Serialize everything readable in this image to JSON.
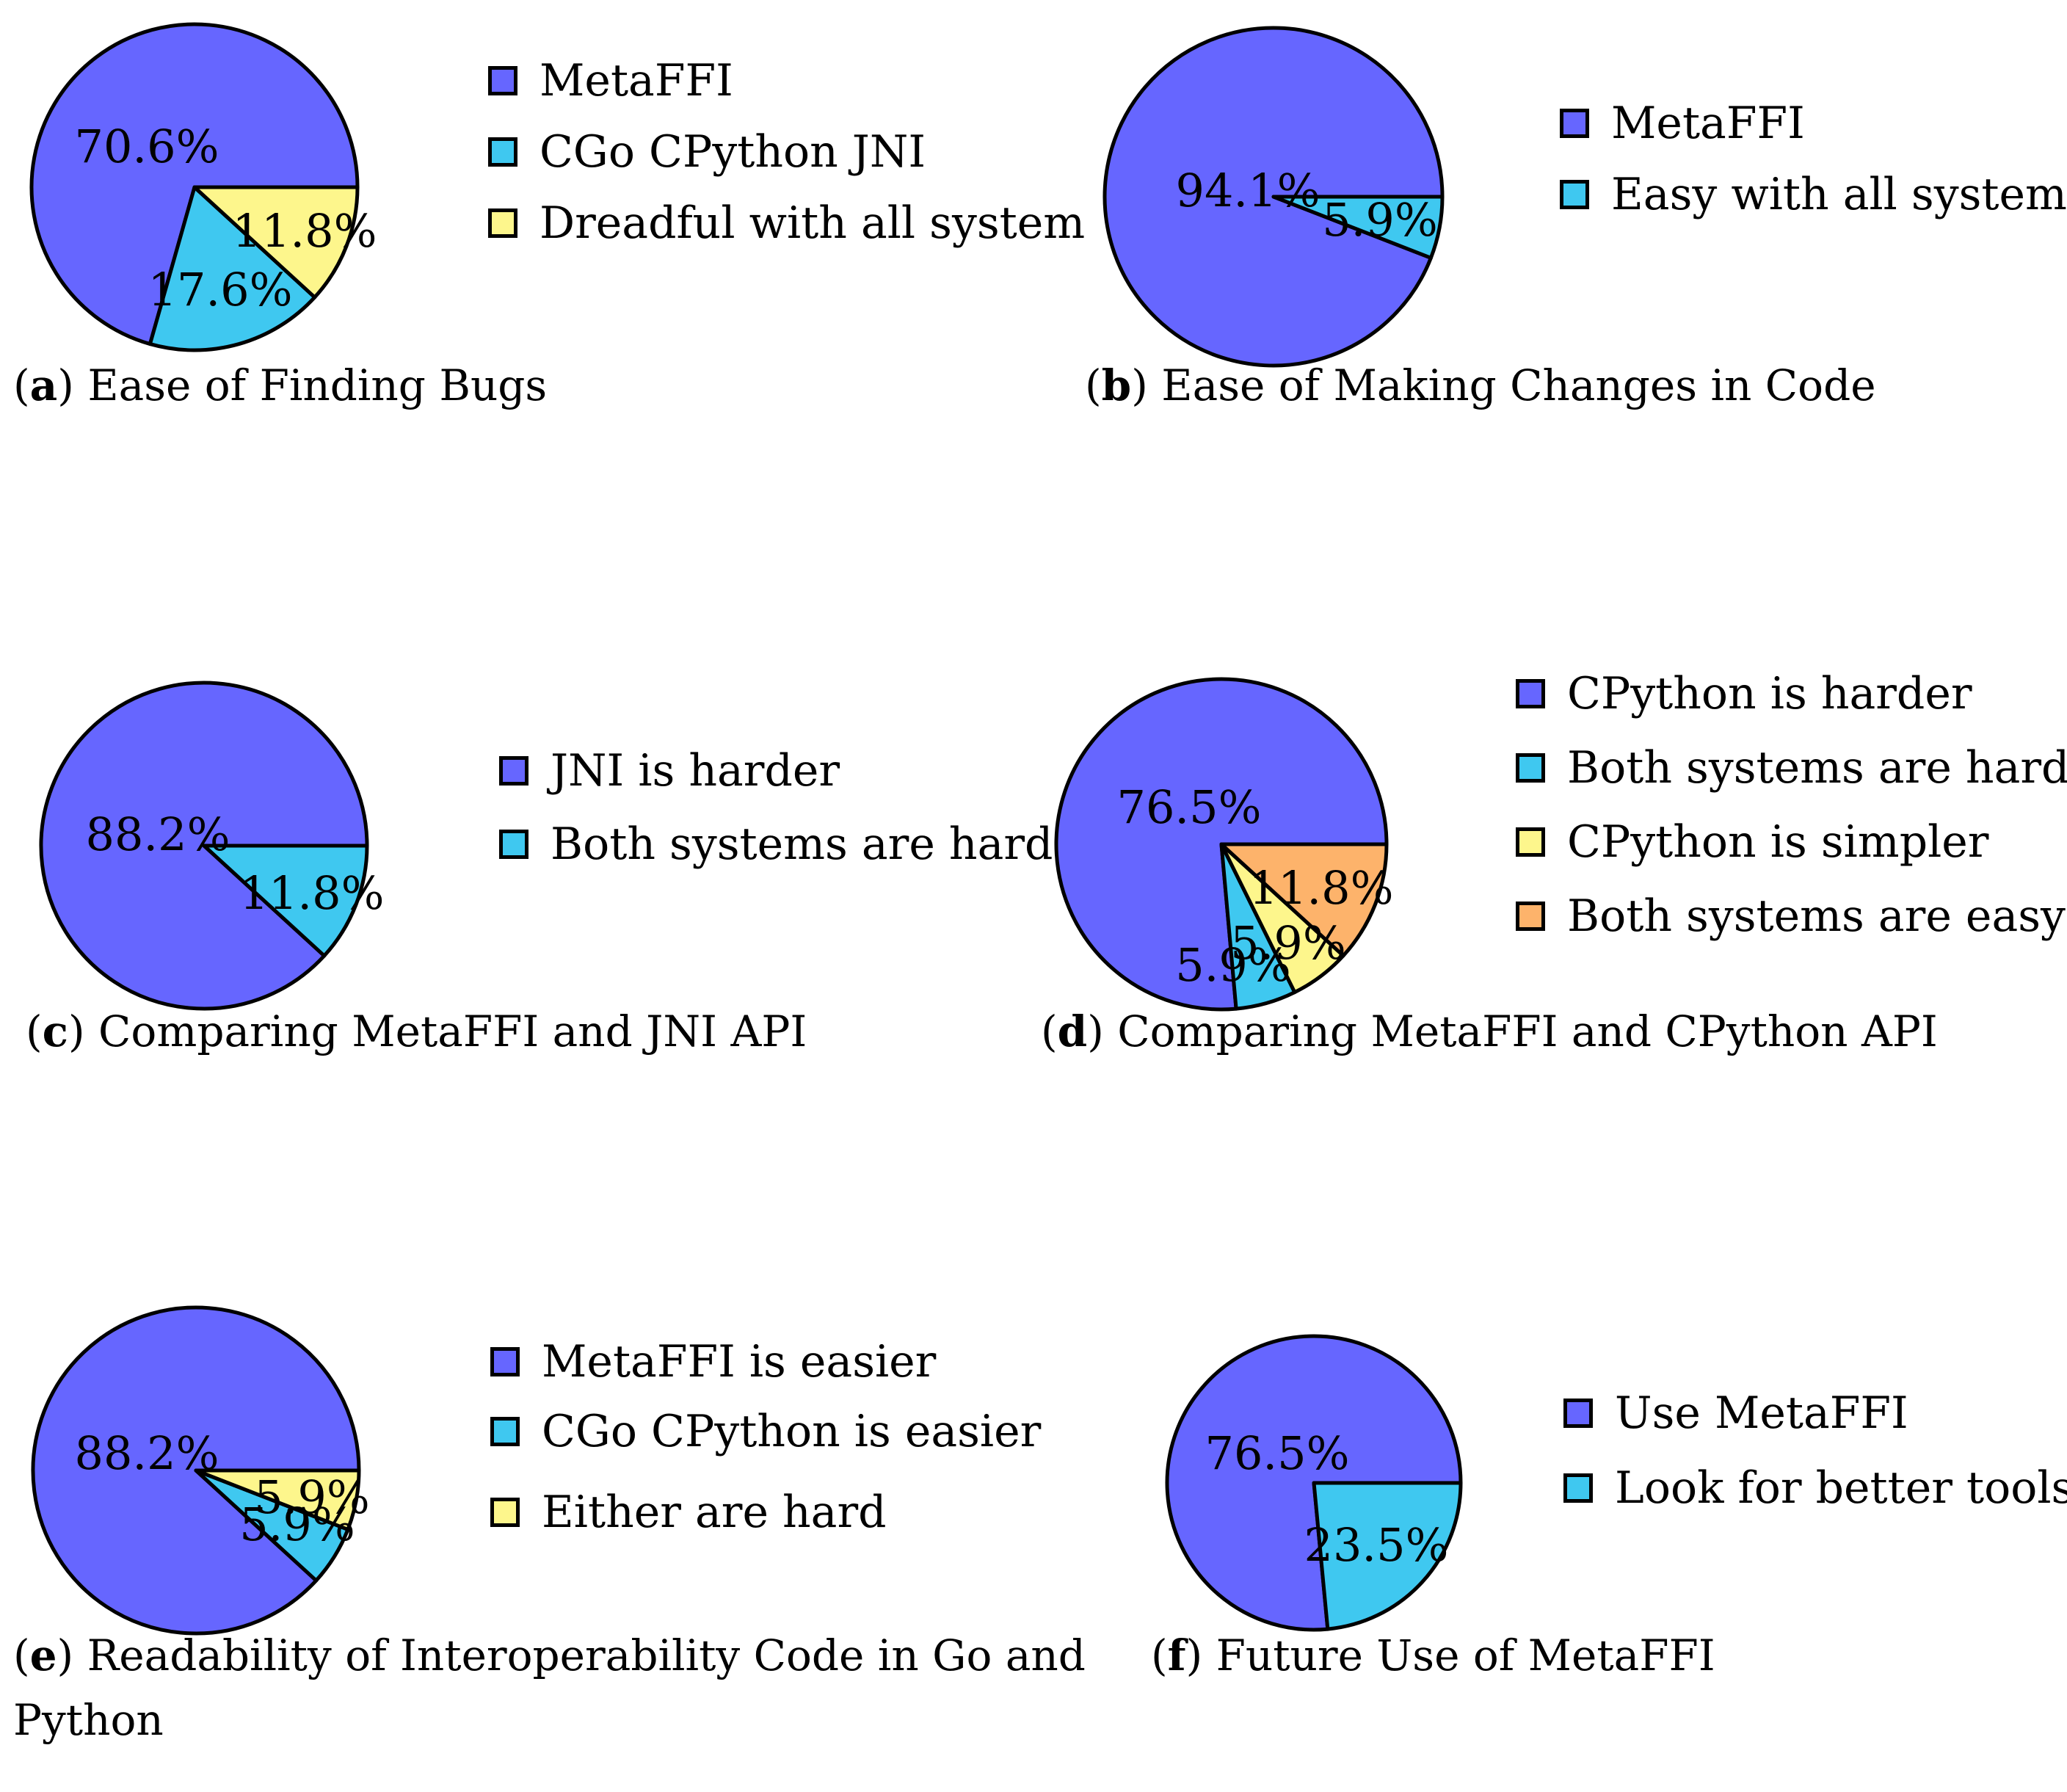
{
  "chart_data": [
    {
      "type": "pie",
      "panel_letter": "a",
      "title": "Ease of Finding Bugs",
      "slices": [
        {
          "label": "MetaFFI",
          "value": 70.6,
          "text": "70.6%",
          "color": "#6666ff"
        },
        {
          "label": "CGo CPython JNI",
          "value": 17.6,
          "text": "17.6%",
          "color": "#3fc8f0"
        },
        {
          "label": "Dreadful with all system",
          "value": 11.8,
          "text": "11.8%",
          "color": "#fdf68c"
        }
      ]
    },
    {
      "type": "pie",
      "panel_letter": "b",
      "title": "Ease of Making Changes in Code",
      "slices": [
        {
          "label": "MetaFFI",
          "value": 94.1,
          "text": "94.1%",
          "color": "#6666ff"
        },
        {
          "label": "Easy with all systems",
          "value": 5.9,
          "text": "5.9%",
          "color": "#3fc8f0"
        }
      ]
    },
    {
      "type": "pie",
      "panel_letter": "c",
      "title": "Comparing MetaFFI and JNI API",
      "slices": [
        {
          "label": "JNI is harder",
          "value": 88.2,
          "text": "88.2%",
          "color": "#6666ff"
        },
        {
          "label": "Both systems are hard",
          "value": 11.8,
          "text": "11.8%",
          "color": "#3fc8f0"
        }
      ]
    },
    {
      "type": "pie",
      "panel_letter": "d",
      "title": "Comparing MetaFFI and CPython API",
      "slices": [
        {
          "label": "CPython is harder",
          "value": 76.5,
          "text": "76.5%",
          "color": "#6666ff"
        },
        {
          "label": "Both systems are hard",
          "value": 5.9,
          "text": "5.9%",
          "color": "#3fc8f0"
        },
        {
          "label": "CPython is simpler",
          "value": 5.9,
          "text": "5.9%",
          "color": "#fdf68c"
        },
        {
          "label": "Both systems are easy",
          "value": 11.8,
          "text": "11.8%",
          "color": "#fdb36b"
        }
      ]
    },
    {
      "type": "pie",
      "panel_letter": "e",
      "title": "Readability of Interoperability Code in Go and Python",
      "title_lines": [
        "Readability of Interoperability Code in Go and",
        "Python"
      ],
      "slices": [
        {
          "label": "MetaFFI is easier",
          "value": 88.2,
          "text": "88.2%",
          "color": "#6666ff"
        },
        {
          "label": "CGo CPython is easier",
          "value": 5.9,
          "text": "5.9%",
          "color": "#3fc8f0"
        },
        {
          "label": "Either are hard",
          "value": 5.9,
          "text": "5.9%",
          "color": "#fdf68c"
        }
      ]
    },
    {
      "type": "pie",
      "panel_letter": "f",
      "title": "Future Use of MetaFFI",
      "slices": [
        {
          "label": "Use MetaFFI",
          "value": 76.5,
          "text": "76.5%",
          "color": "#6666ff"
        },
        {
          "label": "Look for better tools",
          "value": 23.5,
          "text": "23.5%",
          "color": "#3fc8f0"
        }
      ]
    }
  ]
}
